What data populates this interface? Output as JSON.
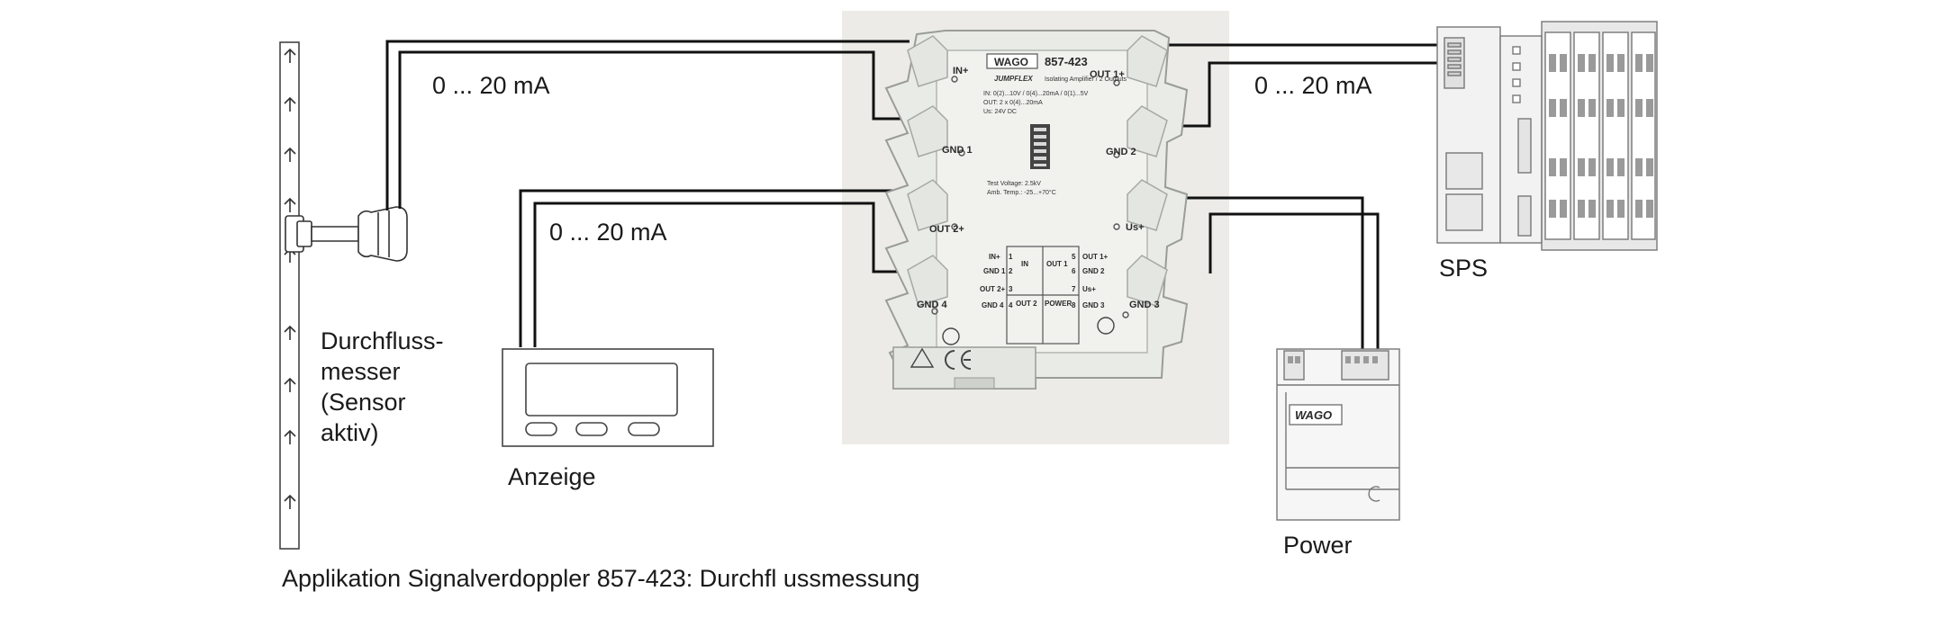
{
  "signal_labels": {
    "left": "0 ... 20 mA",
    "right": "0 ... 20 mA",
    "bottom": "0 ... 20 mA"
  },
  "labels": {
    "sensor": "Durchfluss-\nmesser\n(Sensor\naktiv)",
    "display": "Anzeige",
    "plc": "SPS",
    "power": "Power"
  },
  "caption": "Applikation Signalverdoppler 857-423: Durchfl ussmessung",
  "module": {
    "brand": "WAGO",
    "model": "857-423",
    "series": "JUMPFLEX",
    "subtitle": "Isolating Amplifier / 2 Outputs",
    "terminals": {
      "in_plus": "IN+",
      "out1_plus": "OUT 1+",
      "gnd1": "GND 1",
      "gnd2": "GND 2",
      "out2_plus": "OUT 2+",
      "us_plus": "Us+",
      "gnd4": "GND 4",
      "gnd3": "GND 3"
    },
    "spec_lines": [
      "IN:    0(2)...10V / 0(4)...20mA / 0(1)...5V",
      "OUT:   2 x 0(4)...20mA",
      "Us:    24V DC"
    ],
    "test_lines": [
      "Test Voltage:  2.5kV",
      "Amb. Temp.:  -25...+70°C"
    ],
    "pinout": [
      [
        "IN+",
        "1",
        "IN",
        "OUT 1",
        "5",
        "OUT 1+"
      ],
      [
        "GND 1",
        "2",
        "",
        "",
        "6",
        "GND 2"
      ],
      [
        "OUT 2+",
        "3",
        "OUT 2",
        "POWER",
        "7",
        "Us+"
      ],
      [
        "GND 4",
        "4",
        "",
        "",
        "8",
        "GND 3"
      ]
    ]
  },
  "power_brand": "WAGO",
  "colors": {
    "wire": "#111111",
    "module_bg": "#eceae6",
    "panel": "#f4f5f2",
    "device_edge": "#8a8a8a"
  },
  "icons": [
    "flow-arrow-icon",
    "sensor-probe-icon",
    "ce-mark-icon",
    "ul-mark-icon",
    "warning-icon"
  ]
}
